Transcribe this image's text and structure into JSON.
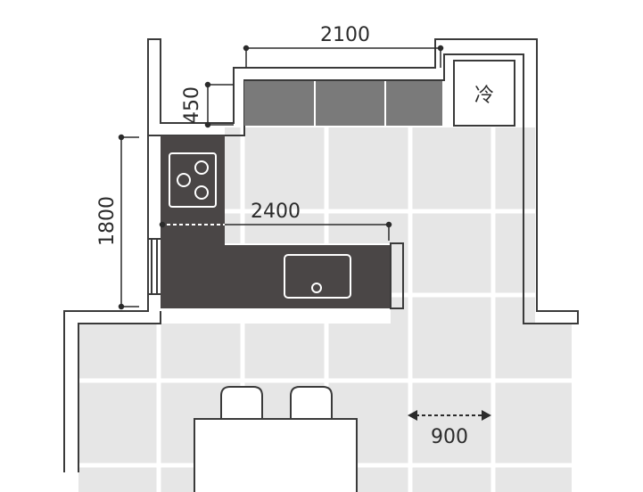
{
  "dimensions": {
    "upper_counter_width": "2100",
    "upper_counter_depth": "450",
    "side_counter_length": "1800",
    "lower_counter_width": "2400",
    "aisle_width": "900"
  },
  "fridge": {
    "label": "冷"
  },
  "colors": {
    "floor_tile": "#e6e6e6",
    "grout": "#ffffff",
    "wall_line": "#3a3a3a",
    "upper_counter": "#7a7a7a",
    "lower_counter": "#4a4646",
    "fixture_outline": "#ffffff"
  }
}
